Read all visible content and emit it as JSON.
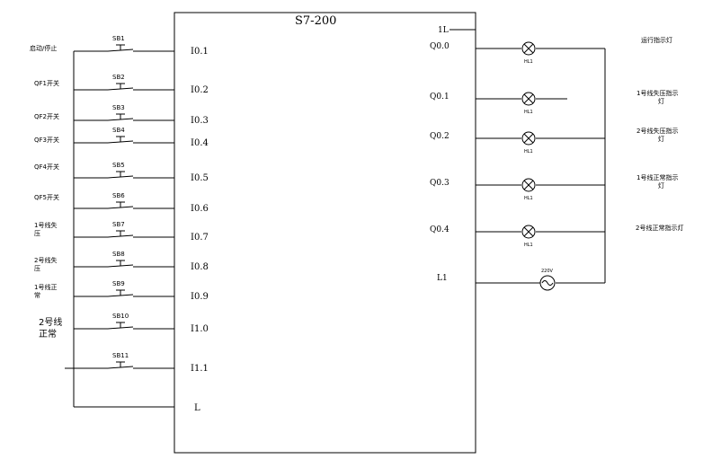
{
  "plc": {
    "title": "S7-200"
  },
  "inputs": [
    {
      "sb": "SB1",
      "addr": "I0.1",
      "label": [
        "启动/停止"
      ]
    },
    {
      "sb": "SB2",
      "addr": "I0.2",
      "label": [
        "QF1开关"
      ]
    },
    {
      "sb": "SB3",
      "addr": "I0.3",
      "label": [
        "QF2开关"
      ]
    },
    {
      "sb": "SB4",
      "addr": "I0.4",
      "label": [
        "QF3开关"
      ]
    },
    {
      "sb": "SB5",
      "addr": "I0.5",
      "label": [
        "QF4开关"
      ]
    },
    {
      "sb": "SB6",
      "addr": "I0.6",
      "label": [
        "QF5开关"
      ]
    },
    {
      "sb": "SB7",
      "addr": "I0.7",
      "label": [
        "1号线失",
        "压"
      ]
    },
    {
      "sb": "SB8",
      "addr": "I0.8",
      "label": [
        "2号线失",
        "压"
      ]
    },
    {
      "sb": "SB9",
      "addr": "I0.9",
      "label": [
        "1号线正",
        "常"
      ]
    },
    {
      "sb": "SB10",
      "addr": "I1.0",
      "label": [
        "2号线",
        "正常"
      ]
    },
    {
      "sb": "SB11",
      "addr": "I1.1",
      "label": []
    }
  ],
  "common_input": "L",
  "outputs": [
    {
      "addr": "Q0.0",
      "lamp": "HL1",
      "label": [
        "运行指示灯"
      ]
    },
    {
      "addr": "Q0.1",
      "lamp": "HL1",
      "label": [
        "1号线失压指示",
        "灯"
      ]
    },
    {
      "addr": "Q0.2",
      "lamp": "HL1",
      "label": [
        "2号线失压指示",
        "灯"
      ]
    },
    {
      "addr": "Q0.3",
      "lamp": "HL1",
      "label": [
        "1号线正常指示",
        "灯"
      ]
    },
    {
      "addr": "Q0.4",
      "lamp": "HL1",
      "label": [
        "2号线正常指示灯"
      ]
    }
  ],
  "output_common_top": "1L",
  "output_common_bottom": "L1",
  "supply": {
    "label": "220V"
  }
}
